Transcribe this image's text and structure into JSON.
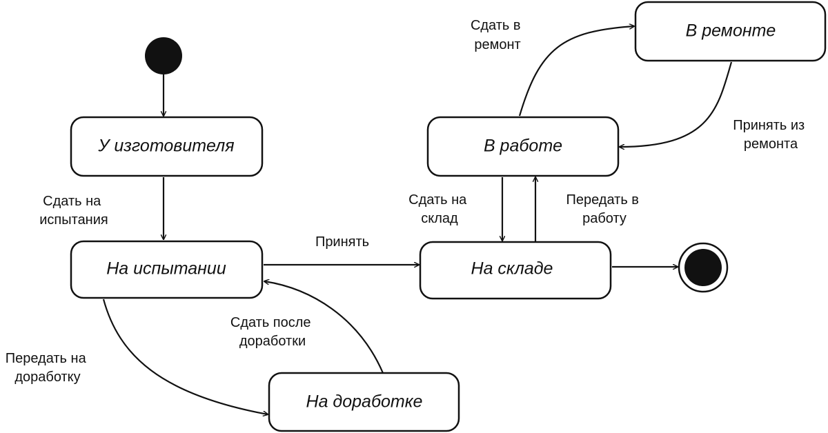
{
  "states": {
    "manufacturer": "У изготовителя",
    "testing": "На испытании",
    "rework": "На доработке",
    "warehouse": "На складе",
    "in_work": "В работе",
    "in_repair": "В ремонте"
  },
  "transitions": {
    "to_testing": [
      "Сдать на",
      "испытания"
    ],
    "accept": [
      "Принять"
    ],
    "to_rework": [
      "Передать на",
      "доработку"
    ],
    "after_rework": [
      "Сдать после",
      "доработки"
    ],
    "to_warehouse": [
      "Сдать на",
      "склад"
    ],
    "to_work": [
      "Передать в",
      "работу"
    ],
    "to_repair": [
      "Сдать в",
      "ремонт"
    ],
    "from_repair": [
      "Принять из",
      "ремонта"
    ]
  }
}
